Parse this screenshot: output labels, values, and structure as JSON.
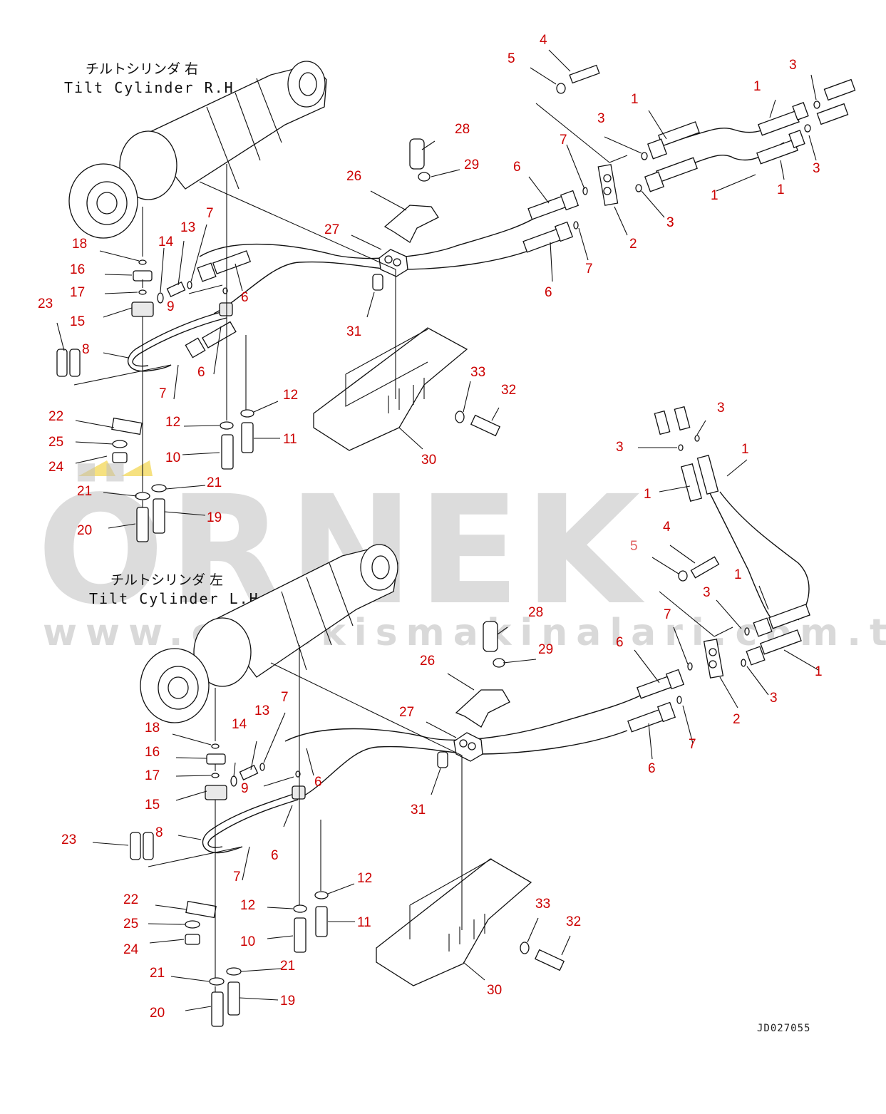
{
  "titles": {
    "rh_jp": "チルトシリンダ 右",
    "rh_en": "Tilt Cylinder R.H.",
    "lh_jp": "チルトシリンダ 左",
    "lh_en": "Tilt Cylinder L.H."
  },
  "watermark": {
    "brand": "ÖRNEK",
    "url": "www.ornekismakinalari.com.tr"
  },
  "drawing_number": "JD027055",
  "colors": {
    "callout": "#cc0000",
    "line": "#111111",
    "watermark": "#bfbfbf",
    "watermark_accent": "#f2d44a"
  },
  "callouts": [
    {
      "id": "rh-4",
      "text": "4"
    },
    {
      "id": "rh-5",
      "text": "5"
    },
    {
      "id": "rh-3a",
      "text": "3"
    },
    {
      "id": "rh-1a",
      "text": "1"
    },
    {
      "id": "rh-3b",
      "text": "3"
    },
    {
      "id": "rh-1b",
      "text": "1"
    },
    {
      "id": "rh-3c",
      "text": "3"
    },
    {
      "id": "rh-1c",
      "text": "1"
    },
    {
      "id": "rh-1d",
      "text": "1"
    },
    {
      "id": "rh-3d",
      "text": "3"
    },
    {
      "id": "rh-28",
      "text": "28"
    },
    {
      "id": "rh-29",
      "text": "29"
    },
    {
      "id": "rh-26",
      "text": "26"
    },
    {
      "id": "rh-6a",
      "text": "6"
    },
    {
      "id": "rh-7a",
      "text": "7"
    },
    {
      "id": "rh-3e",
      "text": "3"
    },
    {
      "id": "rh-2",
      "text": "2"
    },
    {
      "id": "rh-7b",
      "text": "7"
    },
    {
      "id": "rh-6b",
      "text": "6"
    },
    {
      "id": "rh-27",
      "text": "27"
    },
    {
      "id": "rh-18",
      "text": "18"
    },
    {
      "id": "rh-14",
      "text": "14"
    },
    {
      "id": "rh-13",
      "text": "13"
    },
    {
      "id": "rh-7c",
      "text": "7"
    },
    {
      "id": "rh-16",
      "text": "16"
    },
    {
      "id": "rh-17",
      "text": "17"
    },
    {
      "id": "rh-9",
      "text": "9"
    },
    {
      "id": "rh-6c",
      "text": "6"
    },
    {
      "id": "rh-23",
      "text": "23"
    },
    {
      "id": "rh-15",
      "text": "15"
    },
    {
      "id": "rh-8",
      "text": "8"
    },
    {
      "id": "rh-31",
      "text": "31"
    },
    {
      "id": "rh-6d",
      "text": "6"
    },
    {
      "id": "rh-7d",
      "text": "7"
    },
    {
      "id": "rh-33",
      "text": "33"
    },
    {
      "id": "rh-32",
      "text": "32"
    },
    {
      "id": "rh-22",
      "text": "22"
    },
    {
      "id": "rh-12a",
      "text": "12"
    },
    {
      "id": "rh-12b",
      "text": "12"
    },
    {
      "id": "rh-25",
      "text": "25"
    },
    {
      "id": "rh-11",
      "text": "11"
    },
    {
      "id": "rh-30",
      "text": "30"
    },
    {
      "id": "rh-10",
      "text": "10"
    },
    {
      "id": "rh-24",
      "text": "24"
    },
    {
      "id": "rh-21a",
      "text": "21"
    },
    {
      "id": "rh-21b",
      "text": "21"
    },
    {
      "id": "rh-19",
      "text": "19"
    },
    {
      "id": "rh-20",
      "text": "20"
    },
    {
      "id": "lh-3a",
      "text": "3"
    },
    {
      "id": "lh-3b",
      "text": "3"
    },
    {
      "id": "lh-1a",
      "text": "1"
    },
    {
      "id": "lh-1b",
      "text": "1"
    },
    {
      "id": "lh-4",
      "text": "4"
    },
    {
      "id": "lh-5",
      "text": "5"
    },
    {
      "id": "lh-3c",
      "text": "3"
    },
    {
      "id": "lh-1c",
      "text": "1"
    },
    {
      "id": "lh-28",
      "text": "28"
    },
    {
      "id": "lh-7a",
      "text": "7"
    },
    {
      "id": "lh-29",
      "text": "29"
    },
    {
      "id": "lh-6a",
      "text": "6"
    },
    {
      "id": "lh-1d",
      "text": "1"
    },
    {
      "id": "lh-26",
      "text": "26"
    },
    {
      "id": "lh-3d",
      "text": "3"
    },
    {
      "id": "lh-2",
      "text": "2"
    },
    {
      "id": "lh-27",
      "text": "27"
    },
    {
      "id": "lh-7b",
      "text": "7"
    },
    {
      "id": "lh-18",
      "text": "18"
    },
    {
      "id": "lh-14",
      "text": "14"
    },
    {
      "id": "lh-13",
      "text": "13"
    },
    {
      "id": "lh-7c",
      "text": "7"
    },
    {
      "id": "lh-6b",
      "text": "6"
    },
    {
      "id": "lh-16",
      "text": "16"
    },
    {
      "id": "lh-17",
      "text": "17"
    },
    {
      "id": "lh-9",
      "text": "9"
    },
    {
      "id": "lh-6c",
      "text": "6"
    },
    {
      "id": "lh-15",
      "text": "15"
    },
    {
      "id": "lh-31",
      "text": "31"
    },
    {
      "id": "lh-23",
      "text": "23"
    },
    {
      "id": "lh-8",
      "text": "8"
    },
    {
      "id": "lh-6d",
      "text": "6"
    },
    {
      "id": "lh-7d",
      "text": "7"
    },
    {
      "id": "lh-12a",
      "text": "12"
    },
    {
      "id": "lh-22",
      "text": "22"
    },
    {
      "id": "lh-33",
      "text": "33"
    },
    {
      "id": "lh-32",
      "text": "32"
    },
    {
      "id": "lh-12b",
      "text": "12"
    },
    {
      "id": "lh-25",
      "text": "25"
    },
    {
      "id": "lh-11",
      "text": "11"
    },
    {
      "id": "lh-10",
      "text": "10"
    },
    {
      "id": "lh-24",
      "text": "24"
    },
    {
      "id": "lh-21a",
      "text": "21"
    },
    {
      "id": "lh-21b",
      "text": "21"
    },
    {
      "id": "lh-30",
      "text": "30"
    },
    {
      "id": "lh-19",
      "text": "19"
    },
    {
      "id": "lh-20",
      "text": "20"
    }
  ]
}
